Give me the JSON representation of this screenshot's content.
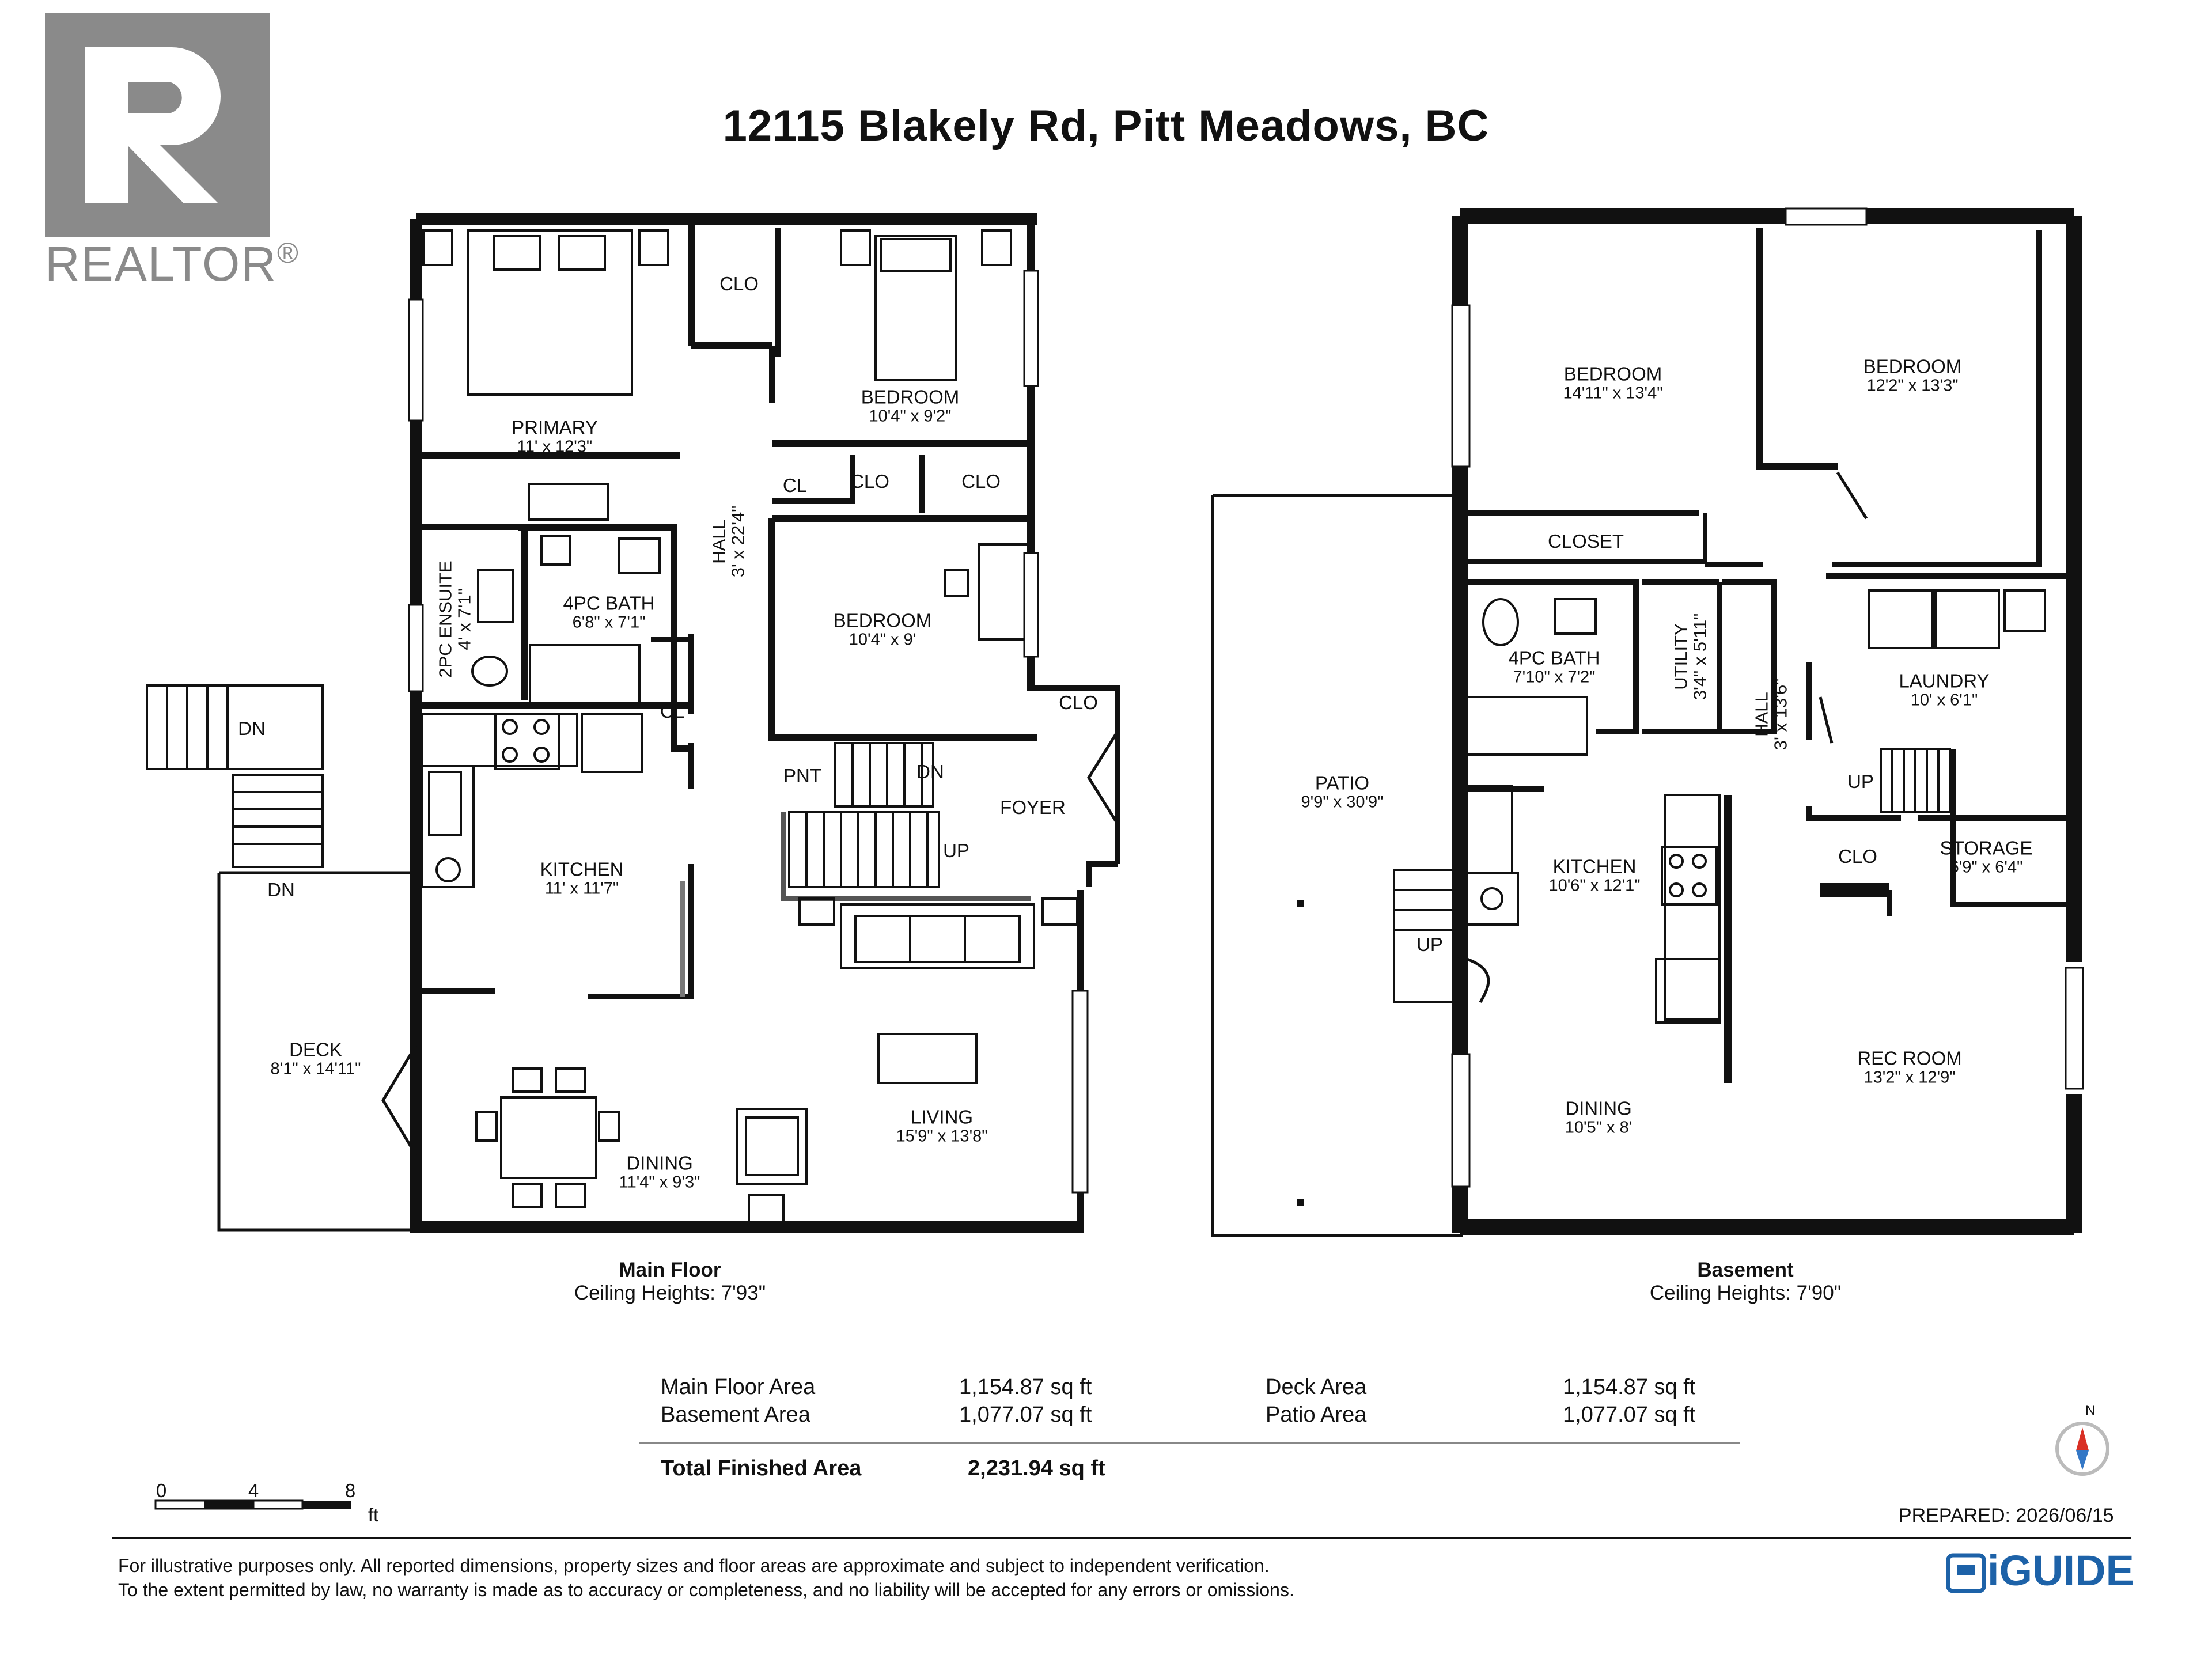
{
  "title": "12115 Blakely Rd, Pitt Meadows, BC",
  "logo": {
    "text": "REALTOR",
    "mark": "®",
    "icon": "realtor-r-icon",
    "color": "#8a8a8a"
  },
  "main_floor": {
    "caption": "Main Floor",
    "ceiling": "Ceiling Heights: 7'93\"",
    "rooms": [
      {
        "id": "primary",
        "name": "PRIMARY",
        "dims": "11' x 12'3\""
      },
      {
        "id": "bedroom1",
        "name": "BEDROOM",
        "dims": "10'4\" x 9'2\""
      },
      {
        "id": "bedroom2",
        "name": "BEDROOM",
        "dims": "10'4\" x 9'"
      },
      {
        "id": "bath4",
        "name": "4PC BATH",
        "dims": "6'8\" x 7'1\""
      },
      {
        "id": "kitchen",
        "name": "KITCHEN",
        "dims": "11' x 11'7\""
      },
      {
        "id": "deck",
        "name": "DECK",
        "dims": "8'1\" x 14'11\""
      },
      {
        "id": "dining",
        "name": "DINING",
        "dims": "11'4\" x 9'3\""
      },
      {
        "id": "living",
        "name": "LIVING",
        "dims": "15'9\" x 13'8\""
      }
    ],
    "vertical_rooms": [
      {
        "id": "ensuite",
        "name": "2PC ENSUITE",
        "dims": "4' x 7'1\""
      },
      {
        "id": "hall",
        "name": "HALL",
        "dims": "3' x 22'4\""
      }
    ],
    "labels": [
      "CLO",
      "CL",
      "CLO",
      "CLO",
      "CL",
      "PNT",
      "DN",
      "UP",
      "FOYER",
      "CLO",
      "DN",
      "DN"
    ]
  },
  "basement": {
    "caption": "Basement",
    "ceiling": "Ceiling Heights: 7'90\"",
    "rooms": [
      {
        "id": "b_bedroom1",
        "name": "BEDROOM",
        "dims": "14'11\" x 13'4\""
      },
      {
        "id": "b_bedroom2",
        "name": "BEDROOM",
        "dims": "12'2\" x 13'3\""
      },
      {
        "id": "b_bath",
        "name": "4PC BATH",
        "dims": "7'10\" x 7'2\""
      },
      {
        "id": "patio",
        "name": "PATIO",
        "dims": "9'9\" x 30'9\""
      },
      {
        "id": "laundry",
        "name": "LAUNDRY",
        "dims": "10' x 6'1\""
      },
      {
        "id": "b_kitchen",
        "name": "KITCHEN",
        "dims": "10'6\" x 12'1\""
      },
      {
        "id": "storage",
        "name": "STORAGE",
        "dims": "6'9\" x 6'4\""
      },
      {
        "id": "recroom",
        "name": "REC ROOM",
        "dims": "13'2\" x 12'9\""
      },
      {
        "id": "b_dining",
        "name": "DINING",
        "dims": "10'5\" x 8'"
      }
    ],
    "vertical_rooms": [
      {
        "id": "utility",
        "name": "UTILITY",
        "dims": "3'4\" x 5'11\""
      },
      {
        "id": "b_hall",
        "name": "HALL",
        "dims": "3' x 13'6\""
      }
    ],
    "labels": [
      "CLOSET",
      "UP",
      "CLO",
      "UP"
    ]
  },
  "areas": {
    "rows": [
      {
        "label": "Main Floor Area",
        "value": "1,154.87 sq ft",
        "label2": "Deck Area",
        "value2": "1,154.87 sq ft"
      },
      {
        "label": "Basement Area",
        "value": "1,077.07 sq ft",
        "label2": "Patio Area",
        "value2": "1,077.07 sq ft"
      }
    ],
    "total_label": "Total Finished Area",
    "total_value": "2,231.94 sq ft"
  },
  "scale": {
    "ticks": [
      "0",
      "4",
      "8"
    ],
    "unit": "ft"
  },
  "compass": {
    "label": "N",
    "icon": "compass-icon",
    "color": "#d93025"
  },
  "prepared": "PREPARED: 2026/06/15",
  "disclaimer": [
    "For illustrative purposes only. All reported dimensions, property sizes and floor areas are approximate and subject to independent verification.",
    "To the extent permitted by law, no warranty is made as to accuracy or completeness, and no liability will be accepted for any errors or omissions."
  ],
  "brand": {
    "text": "iGUIDE",
    "icon": "iguide-logo-icon",
    "color": "#1d62a8"
  }
}
